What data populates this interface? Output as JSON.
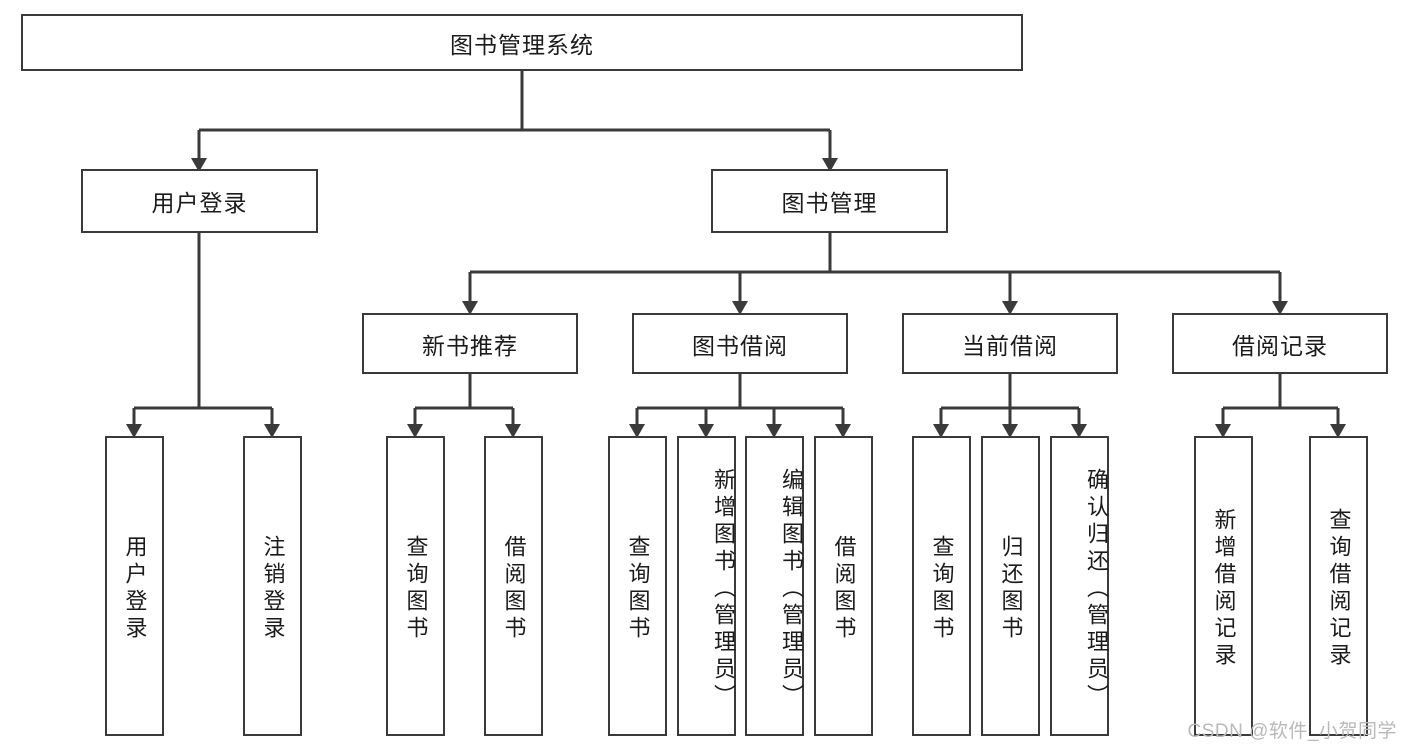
{
  "diagram": {
    "title_node": {
      "label": "图书管理系统"
    },
    "level2": [
      {
        "id": "user-login",
        "label": "用户登录"
      },
      {
        "id": "book-management",
        "label": "图书管理"
      }
    ],
    "level3": [
      {
        "id": "new-book-recommend",
        "label": "新书推荐"
      },
      {
        "id": "book-borrow",
        "label": "图书借阅"
      },
      {
        "id": "current-borrow",
        "label": "当前借阅"
      },
      {
        "id": "borrow-record",
        "label": "借阅记录"
      }
    ],
    "leaves": {
      "user_login": [
        {
          "id": "leaf-user-login",
          "label": "用户登录"
        },
        {
          "id": "leaf-logout-login",
          "label": "注销登录"
        }
      ],
      "new_book_recommend": [
        {
          "id": "leaf-query-book-1",
          "label": "查询图书"
        },
        {
          "id": "leaf-borrow-book-1",
          "label": "借阅图书"
        }
      ],
      "book_borrow": [
        {
          "id": "leaf-query-book-2",
          "label": "查询图书"
        },
        {
          "id": "leaf-add-book",
          "label": "新增图书（管理员）"
        },
        {
          "id": "leaf-edit-book",
          "label": "编辑图书（管理员）"
        },
        {
          "id": "leaf-borrow-book-2",
          "label": "借阅图书"
        }
      ],
      "current_borrow": [
        {
          "id": "leaf-query-book-3",
          "label": "查询图书"
        },
        {
          "id": "leaf-return-book",
          "label": "归还图书"
        },
        {
          "id": "leaf-confirm-return",
          "label": "确认归还（管理员）"
        }
      ],
      "borrow_record": [
        {
          "id": "leaf-add-borrow-record",
          "label": "新增借阅记录"
        },
        {
          "id": "leaf-query-borrow-record",
          "label": "查询借阅记录"
        }
      ]
    }
  },
  "watermark": {
    "text": "CSDN @软件_小贺同学"
  },
  "colors": {
    "border": "#3a3a3a",
    "text": "#1b1b1b",
    "background": "#ffffff",
    "watermark": "#b9b9b9"
  }
}
